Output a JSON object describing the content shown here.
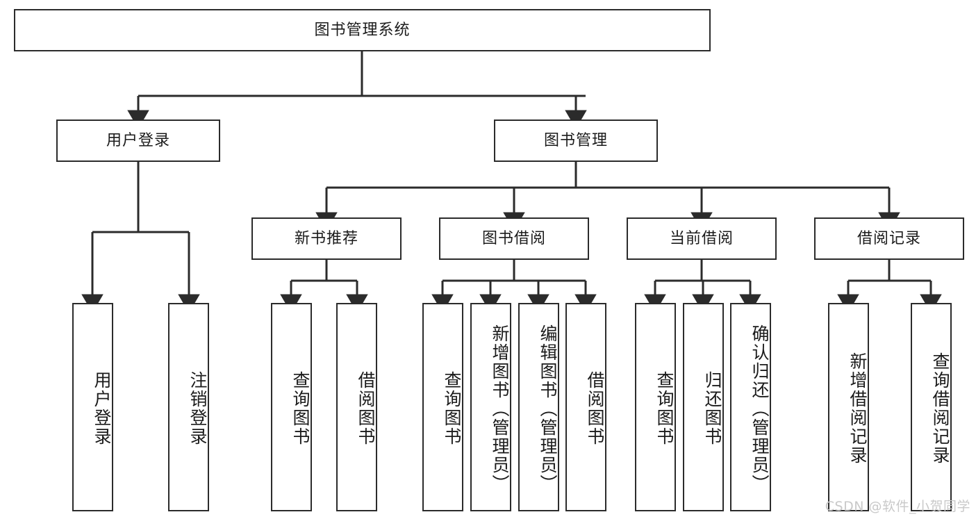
{
  "diagram": {
    "title": "图书管理系统",
    "type": "tree-hierarchy-chart",
    "colors": {
      "box_border": "#2b2b2b",
      "box_fill": "#ffffff",
      "edge": "#2b2b2b",
      "text": "#1b1b1b",
      "watermark": "#c9c9c9",
      "background": "#ffffff"
    },
    "watermark": "CSDN @软件_小贺同学"
  },
  "nodes": {
    "root": {
      "label": "图书管理系统"
    },
    "level2": [
      {
        "label": "用户登录"
      },
      {
        "label": "图书管理"
      }
    ],
    "level3": [
      {
        "label": "新书推荐"
      },
      {
        "label": "图书借阅"
      },
      {
        "label": "当前借阅"
      },
      {
        "label": "借阅记录"
      }
    ],
    "leaves": {
      "user_login": [
        {
          "label": "用户登录"
        },
        {
          "label": "注销登录"
        }
      ],
      "new_book_recommend": [
        {
          "label": "查询图书"
        },
        {
          "label": "借阅图书"
        }
      ],
      "book_borrow": [
        {
          "label": "查询图书"
        },
        {
          "label": "新增图书（管理员）"
        },
        {
          "label": "编辑图书（管理员）"
        },
        {
          "label": "借阅图书"
        }
      ],
      "current_borrow": [
        {
          "label": "查询图书"
        },
        {
          "label": "归还图书"
        },
        {
          "label": "确认归还（管理员）"
        }
      ],
      "borrow_record": [
        {
          "label": "新增借阅记录"
        },
        {
          "label": "查询借阅记录"
        }
      ]
    }
  }
}
